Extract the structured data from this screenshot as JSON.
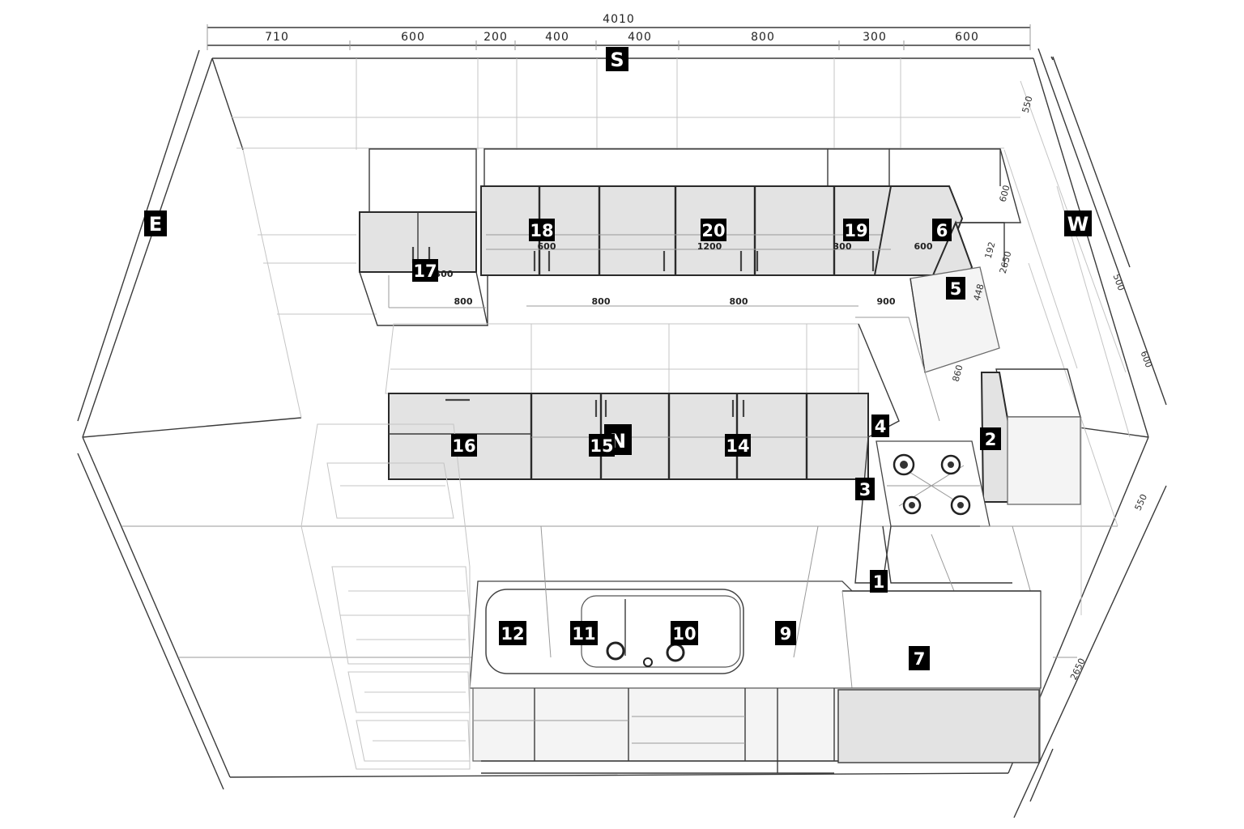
{
  "walls": {
    "south": "S",
    "east": "E",
    "west": "W",
    "north": "N"
  },
  "top_dimensions": {
    "total": "4010",
    "segments": [
      "710",
      "600",
      "200",
      "400",
      "400",
      "800",
      "300",
      "600"
    ]
  },
  "upper_cabinet_widths": {
    "c17": "800",
    "c19": "600",
    "c20": "1200",
    "c18": "300",
    "c6": "600",
    "c17_depth": "300"
  },
  "base_widths": [
    "800",
    "800",
    "900"
  ],
  "right_dimensions": {
    "d550a": "550",
    "d550b": "550",
    "d600": "600",
    "d2650a": "2650",
    "d2650b": "2650",
    "d192": "192",
    "d448": "448",
    "d860": "860",
    "d500": "500",
    "d600b": "600"
  },
  "module_numbers": [
    "1",
    "2",
    "3",
    "4",
    "5",
    "6",
    "7",
    "9",
    "10",
    "11",
    "12",
    "14",
    "15",
    "16",
    "17",
    "18",
    "19",
    "20"
  ],
  "colors": {
    "lines": "#3a3a3a",
    "cabinet_fill": "#e3e3e3",
    "tag_background": "#000000",
    "tag_text": "#ffffff"
  }
}
